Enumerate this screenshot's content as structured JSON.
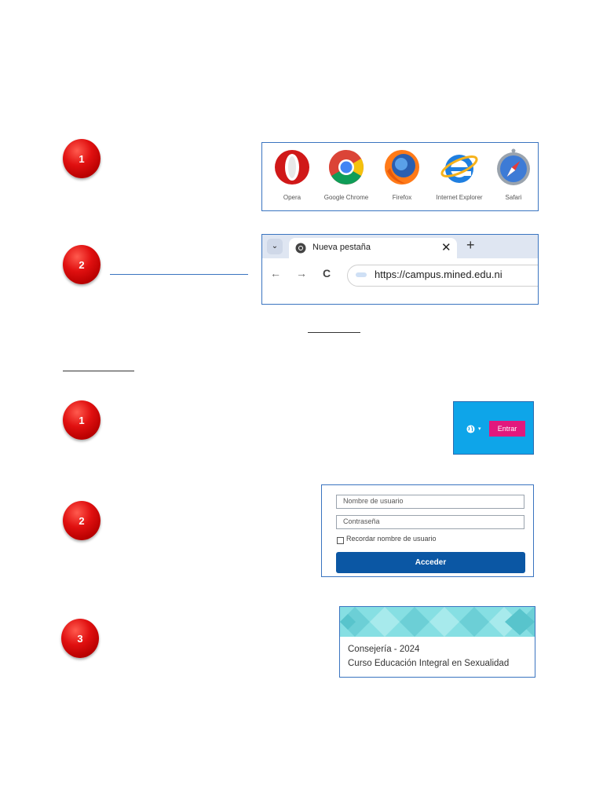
{
  "section1": {
    "steps": [
      {
        "number": "1"
      },
      {
        "number": "2"
      }
    ],
    "browsers": [
      {
        "name": "Opera",
        "icon": "opera-icon"
      },
      {
        "name": "Google Chrome",
        "icon": "chrome-icon"
      },
      {
        "name": "Firefox",
        "icon": "firefox-icon"
      },
      {
        "name": "Internet Explorer",
        "icon": "internet-explorer-icon"
      },
      {
        "name": "Safari",
        "icon": "safari-icon"
      }
    ],
    "chrome": {
      "tab_title": "Nueva pestaña",
      "close": "✕",
      "new_tab": "+",
      "dropdown": "⌄",
      "back": "←",
      "forward": "→",
      "reload": "C",
      "url": "https://campus.mined.edu.ni"
    }
  },
  "section2": {
    "steps": [
      {
        "number": "1"
      },
      {
        "number": "2"
      },
      {
        "number": "3"
      }
    ],
    "login_button": "Entrar",
    "login_form": {
      "username_placeholder": "Nombre de usuario",
      "password_placeholder": "Contraseña",
      "remember_label": "Recordar nombre de usuario",
      "submit_label": "Acceder"
    },
    "course": {
      "category": "Consejería - 2024",
      "name": "Curso Educación Integral en Sexualidad"
    }
  },
  "colors": {
    "badge": "#d50f0f",
    "accent_blue": "#0b57a4",
    "entrar_pink": "#e2187d",
    "panel_blue": "#0ea5e9"
  }
}
